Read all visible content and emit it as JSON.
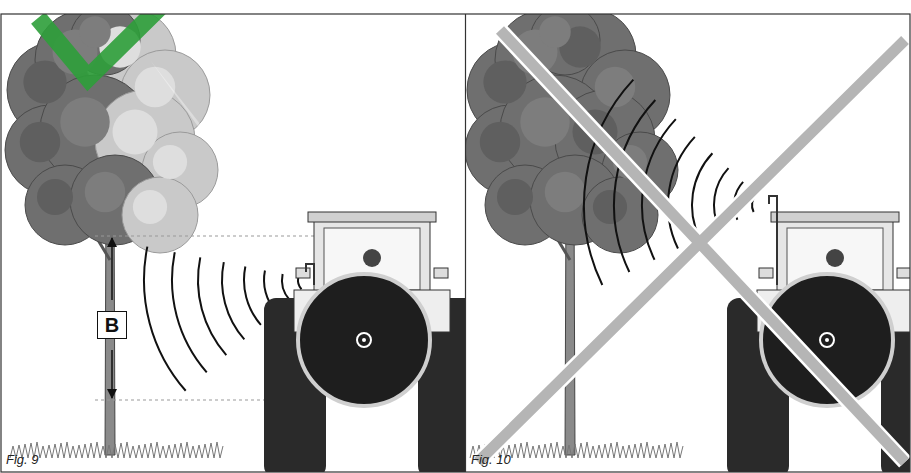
{
  "diagram": {
    "nodes": [
      {
        "text": [
          "B"
        ]
      }
    ],
    "labels": [
      "Fig. 9",
      "Fig. 10"
    ]
  }
}
